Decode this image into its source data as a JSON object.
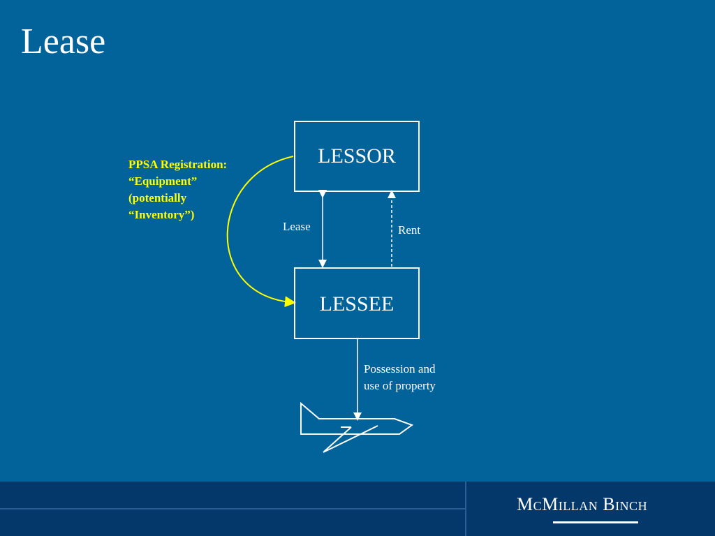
{
  "title": "Lease",
  "diagram": {
    "lessor": "LESSOR",
    "lessee": "LESSEE",
    "lease_label": "Lease",
    "rent_label": "Rent",
    "possession_label_1": "Possession and",
    "possession_label_2": "use of property",
    "ppsa_lines": [
      "PPSA Registration:",
      "“Equipment”",
      "(potentially",
      "“Inventory”)"
    ],
    "accent_color": "#ffff00"
  },
  "footer": {
    "logo": "McMillan Binch"
  }
}
